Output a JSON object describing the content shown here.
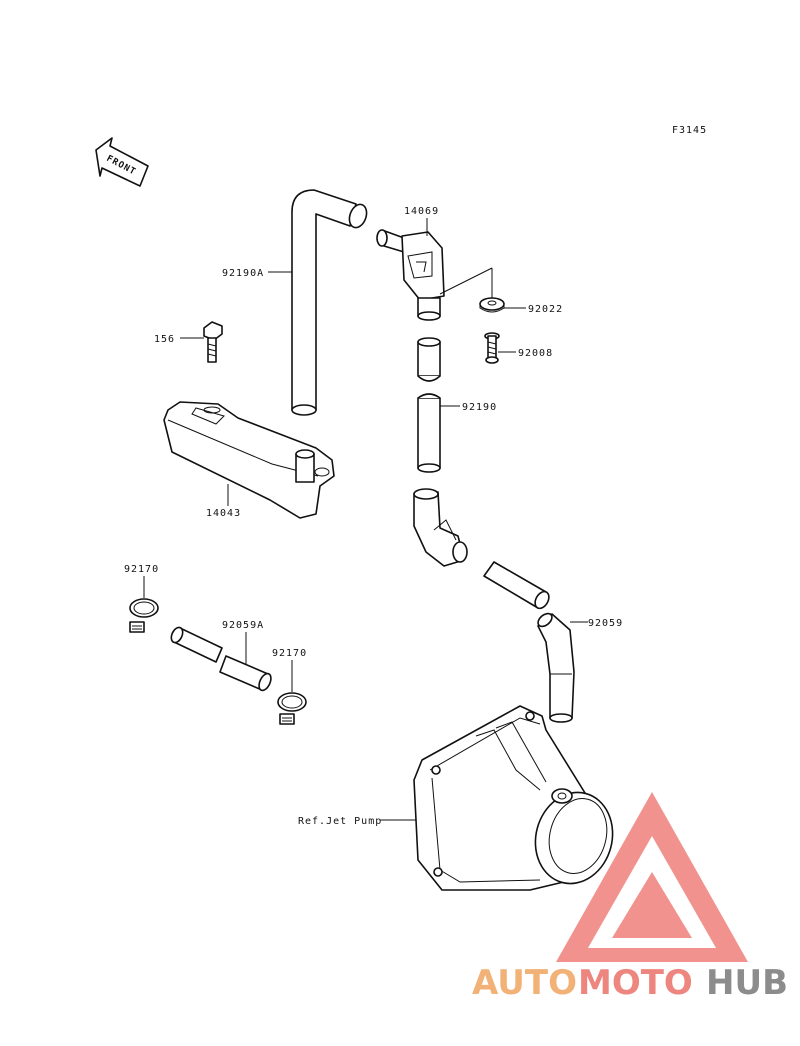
{
  "figure_code": "F3145",
  "front_label": "FRONT",
  "parts": {
    "p14069": "14069",
    "p92190A": "92190A",
    "p92022": "92022",
    "p156": "156",
    "p92008": "92008",
    "p92190": "92190",
    "p14043": "14043",
    "p92170a": "92170",
    "p92059A": "92059A",
    "p92170b": "92170",
    "p92059": "92059",
    "ref_jet_pump": "Ref.Jet Pump"
  },
  "watermark": {
    "part1": "AUTO",
    "part2": "MOTO",
    "part3": "HUB",
    "color1": "#f2b277",
    "color2": "#ee8680",
    "color3": "#8c8c8c",
    "triangle_color": "#ee7f7a"
  }
}
